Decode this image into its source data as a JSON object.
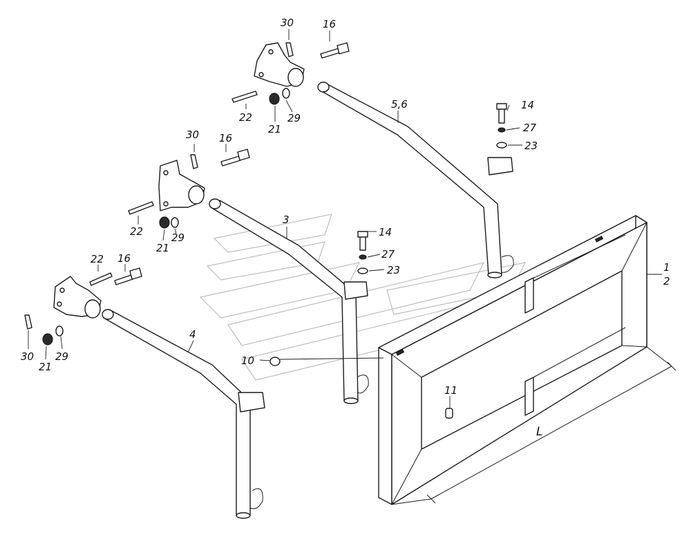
{
  "diagram": {
    "callouts": {
      "c30a": "30",
      "c16a": "16",
      "c22a": "22",
      "c21a": "21",
      "c29a": "29",
      "c56": "5,6",
      "c14a": "14",
      "c27a": "27",
      "c23a": "23",
      "c30b": "30",
      "c16b": "16",
      "c22b": "22",
      "c21b": "21",
      "c29b": "29",
      "c3": "3",
      "c14b": "14",
      "c27b": "27",
      "c23b": "23",
      "c22c": "22",
      "c16c": "16",
      "c30c": "30",
      "c21c": "21",
      "c29c": "29",
      "c4": "4",
      "c10": "10",
      "c11": "11",
      "c1": "1",
      "c2": "2"
    },
    "dimension_label": "L",
    "watermark": "logo-watermark"
  }
}
